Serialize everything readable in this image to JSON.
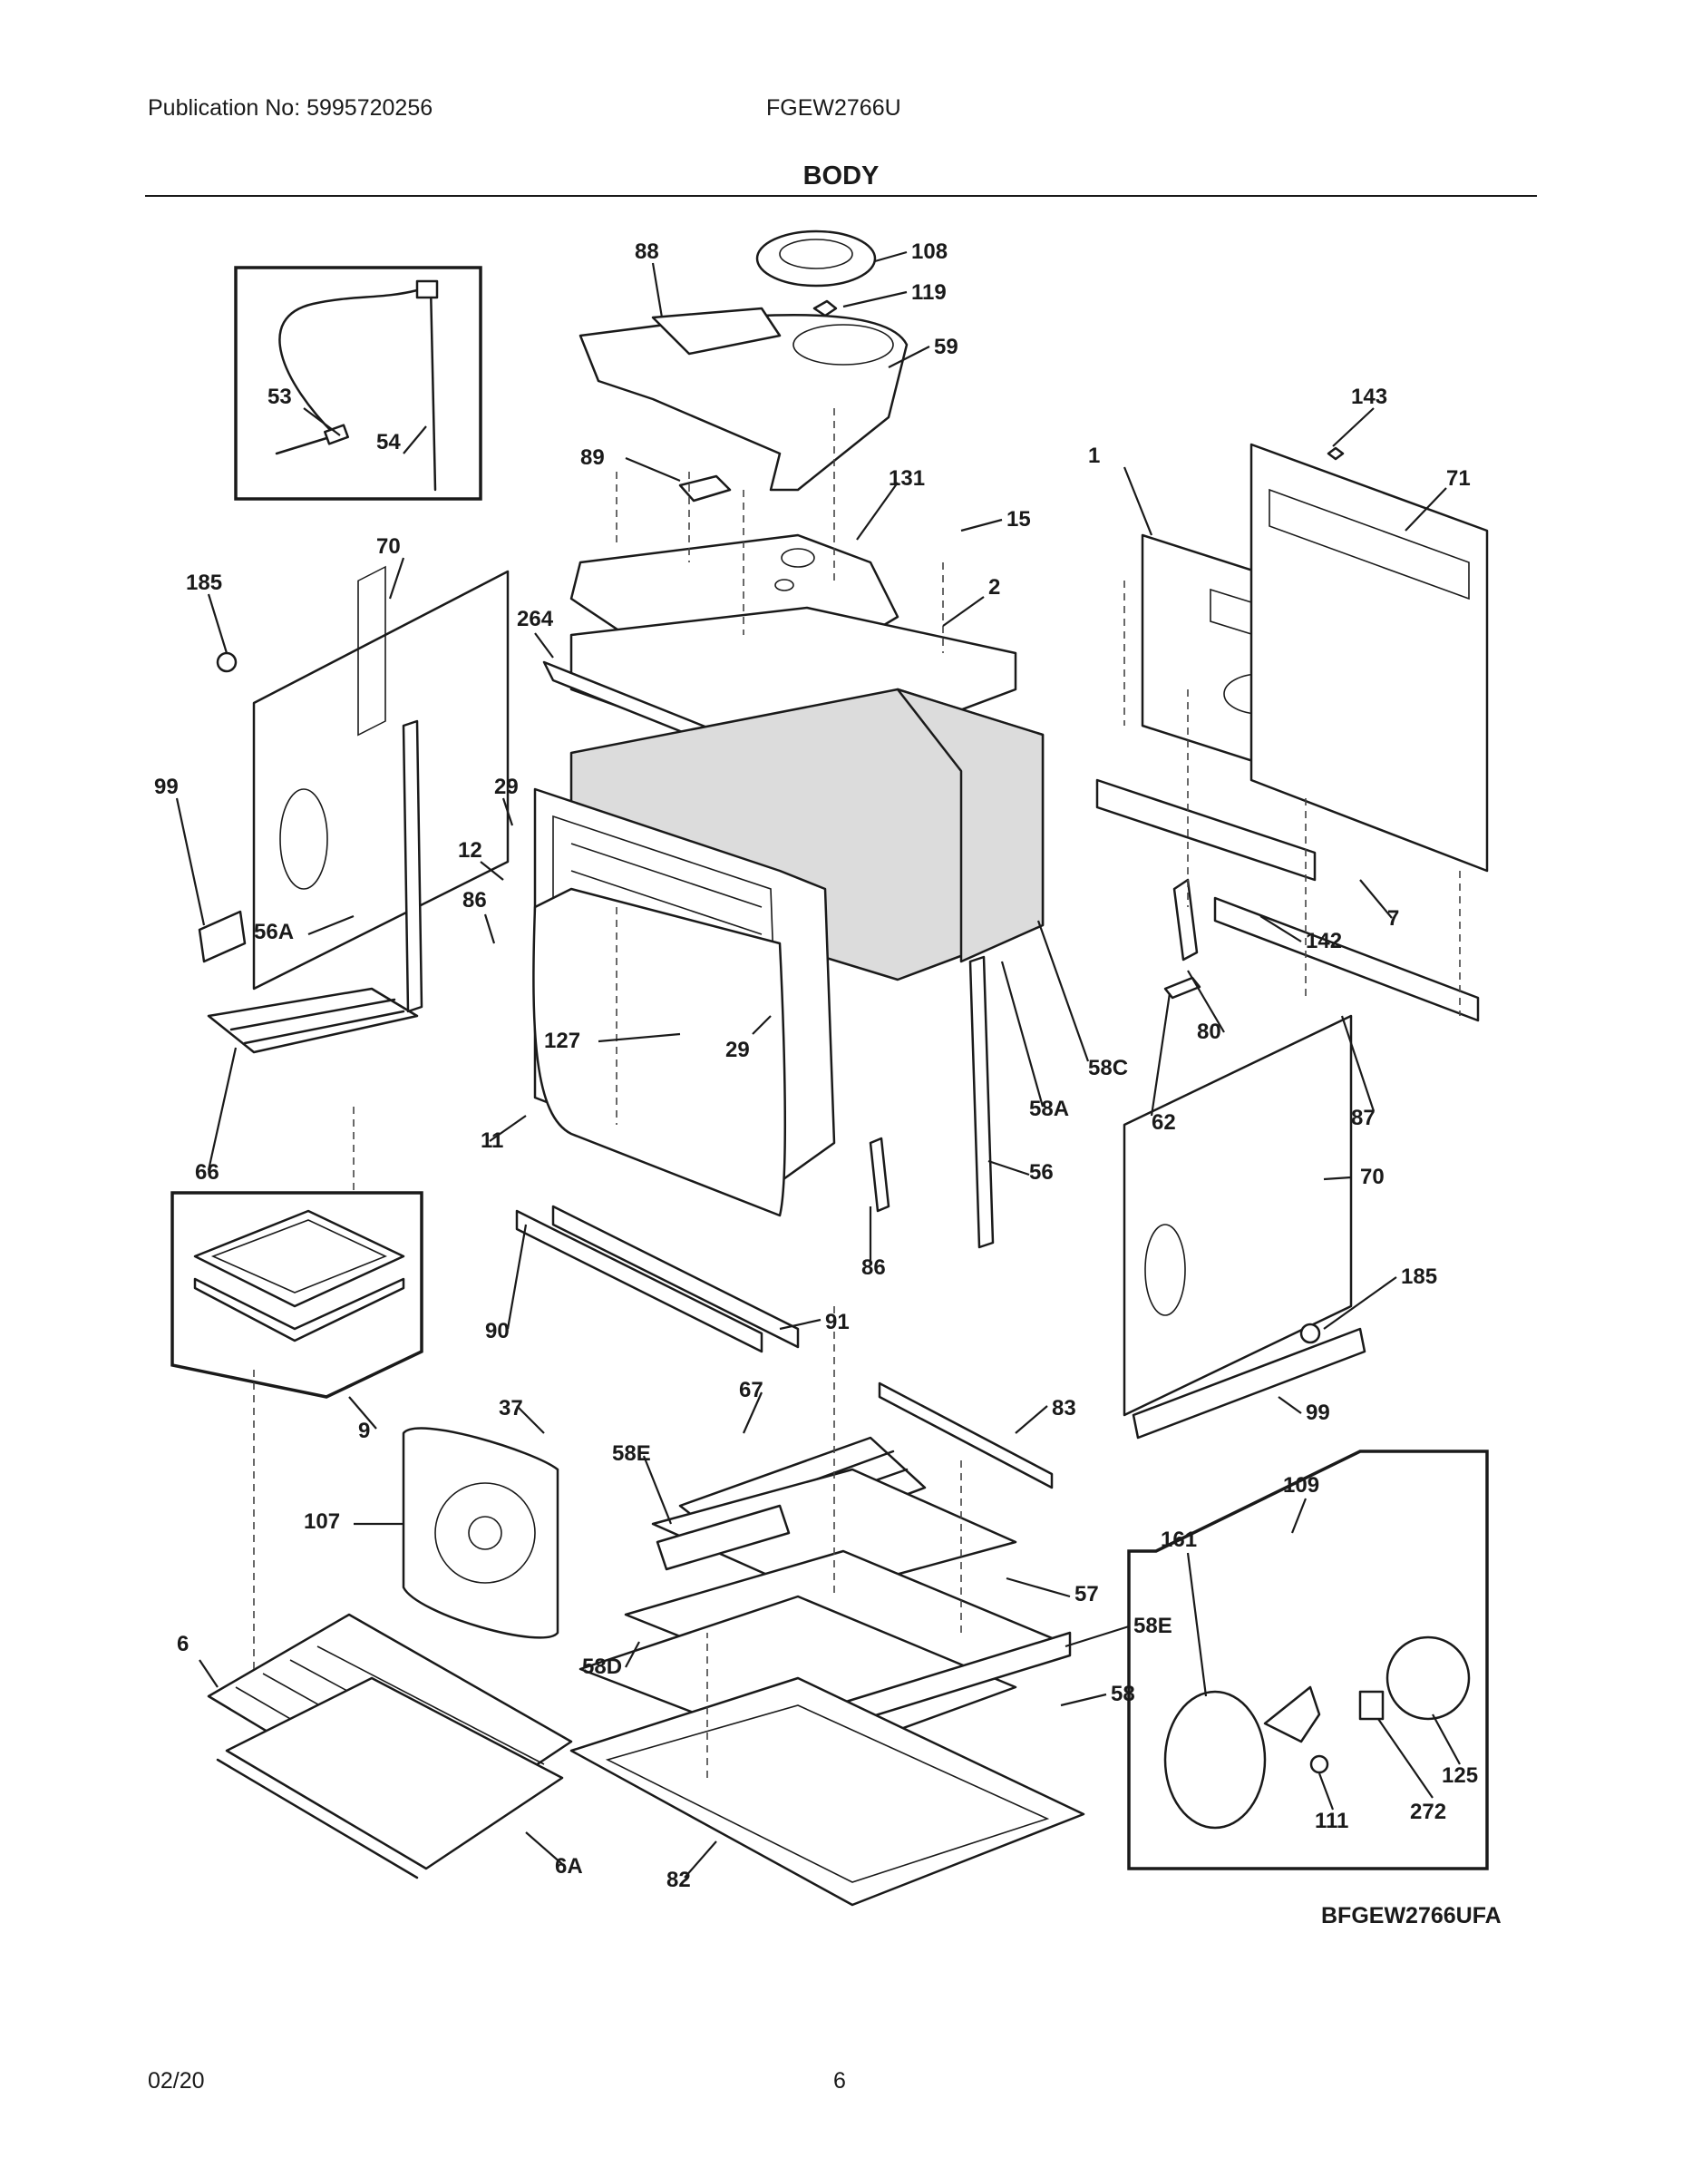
{
  "header": {
    "publication": "Publication No: 5995720256",
    "model": "FGEW2766U"
  },
  "section_title": "BODY",
  "diagram_code": "BFGEW2766UFA",
  "footer": {
    "date": "02/20",
    "page": "6"
  },
  "part_labels": [
    "53",
    "54",
    "88",
    "108",
    "119",
    "59",
    "89",
    "131",
    "15",
    "143",
    "71",
    "1",
    "70",
    "185",
    "264",
    "2",
    "99",
    "29",
    "12",
    "86",
    "56A",
    "127",
    "29",
    "11",
    "58C",
    "58A",
    "62",
    "80",
    "142",
    "7",
    "87",
    "66",
    "56",
    "86",
    "70",
    "185",
    "90",
    "91",
    "9",
    "37",
    "58E",
    "67",
    "83",
    "99",
    "107",
    "57",
    "58E",
    "6",
    "58D",
    "58",
    "109",
    "161",
    "125",
    "272",
    "111",
    "6A",
    "82"
  ]
}
